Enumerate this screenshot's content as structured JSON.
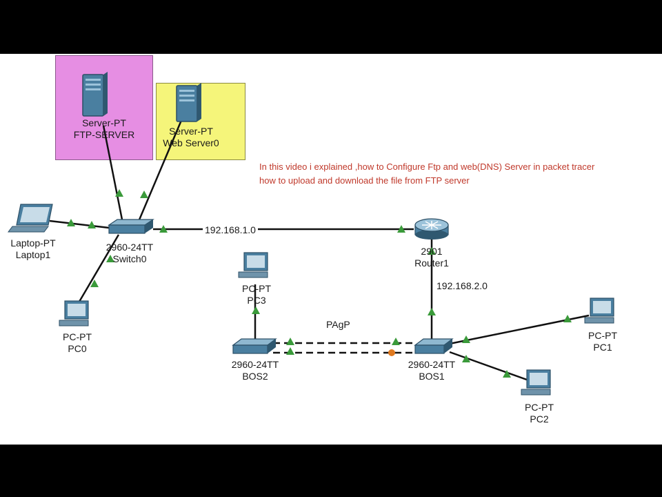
{
  "devices": {
    "ftp_server": {
      "type": "Server-PT",
      "name": "FTP-SERVER",
      "type_label": "Server-PT"
    },
    "web_server": {
      "type": "Server-PT",
      "name": "Web Server0",
      "type_label": "Server-PT"
    },
    "switch0": {
      "model": "2960-24TT",
      "name": "Switch0"
    },
    "router1": {
      "model": "2901",
      "name": "Router1"
    },
    "laptop1": {
      "model": "Laptop-PT",
      "name": "Laptop1"
    },
    "pc0": {
      "model": "PC-PT",
      "name": "PC0"
    },
    "pc1": {
      "model": "PC-PT",
      "name": "PC1"
    },
    "pc2": {
      "model": "PC-PT",
      "name": "PC2"
    },
    "pc3": {
      "model": "PC-PT",
      "name": "PC3"
    },
    "bos1": {
      "model": "2960-24TT",
      "name": "BOS1"
    },
    "bos2": {
      "model": "2960-24TT",
      "name": "BOS2"
    }
  },
  "network_labels": {
    "lan1": "192.168.1.0",
    "lan2": "192.168.2.0",
    "etherchannel": "PAgP"
  },
  "caption": {
    "line1": "In this video i explained ,how to Configure Ftp and web(DNS) Server in packet tracer",
    "line2": "how to upload and download the file from FTP server"
  },
  "colors": {
    "ftp_note": "#e68ee3",
    "web_note": "#f5f57a",
    "link_up": "#3a9a3a",
    "link_pending": "#e07a20",
    "caption_text": "#c0392b"
  }
}
